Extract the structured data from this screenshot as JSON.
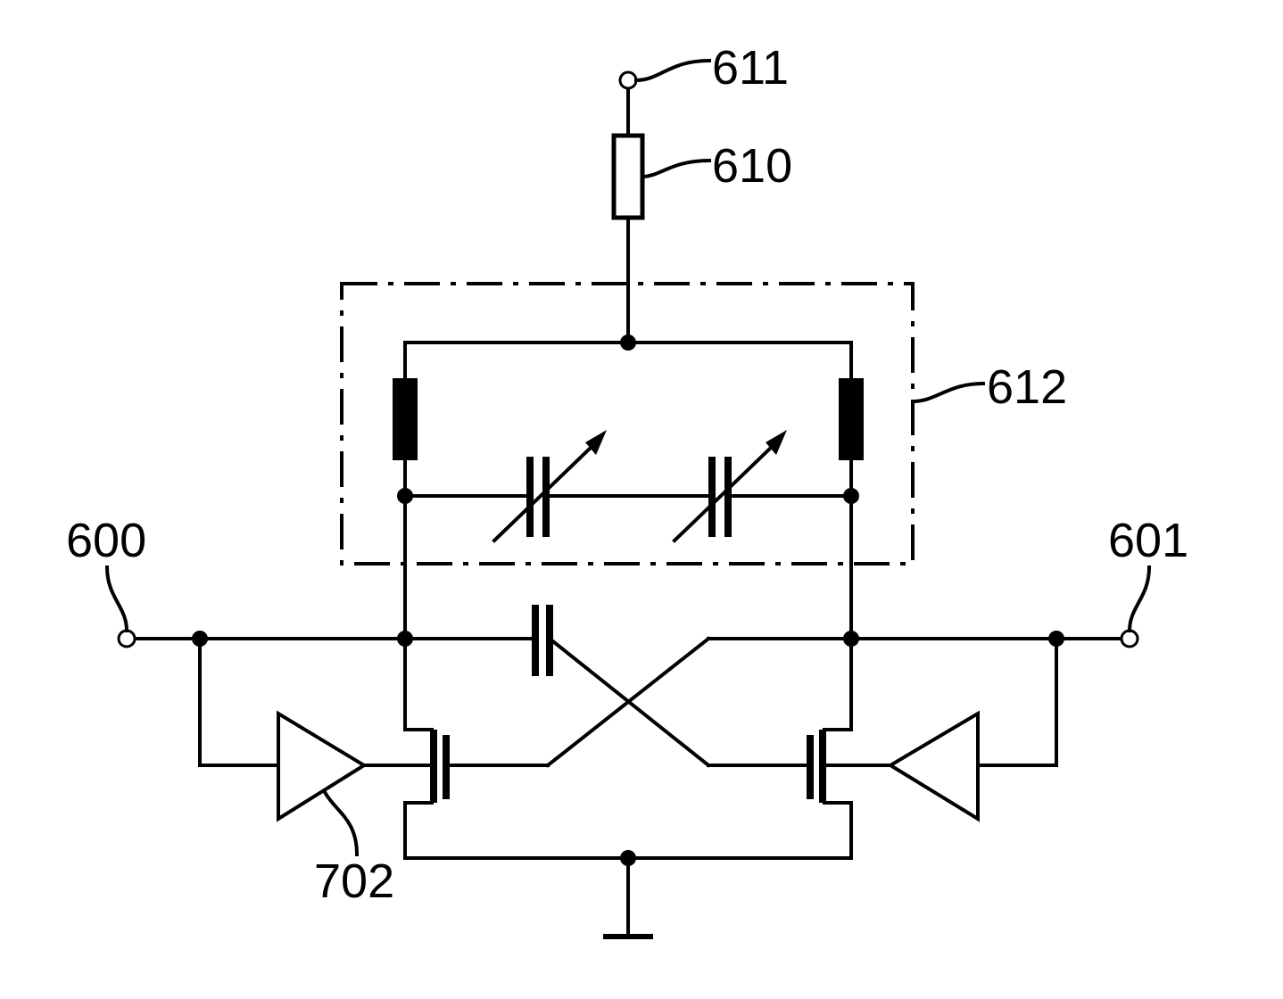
{
  "labels": {
    "supply_terminal": "611",
    "resistor": "610",
    "tank_circuit": "612",
    "left_output": "600",
    "right_output": "601",
    "amplifier": "702"
  }
}
